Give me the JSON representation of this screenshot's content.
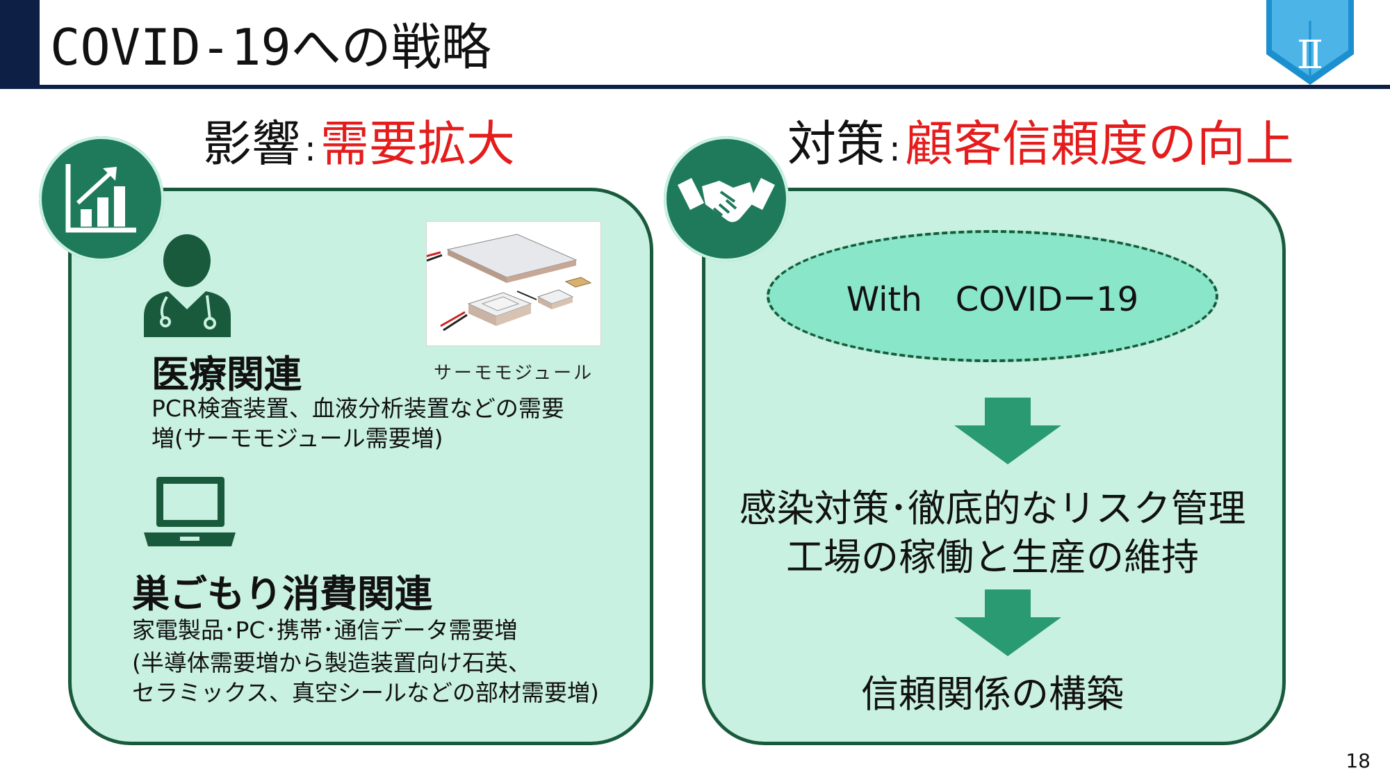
{
  "header": {
    "title": "COVID-19への戦略",
    "chapter_badge": "Ⅱ",
    "badge_icon": "book-icon"
  },
  "left": {
    "heading_black": "影響",
    "heading_colon": ":",
    "heading_red": "需要拡大",
    "panel_icon": "growth-chart-icon",
    "medical": {
      "icon": "doctor-icon",
      "title": "医療関連",
      "photo_caption": "サーモモジュール",
      "lines": [
        "PCR検査装置、血液分析装置などの需要",
        "増(サーモモジュール需要増)"
      ]
    },
    "consumer": {
      "icon": "laptop-icon",
      "title": "巣ごもり消費関連",
      "lines": [
        "家電製品･PC･携帯･通信データ需要増",
        "(半導体需要増から製造装置向け石英、",
        "セラミックス、真空シールなどの部材需要増)"
      ]
    }
  },
  "right": {
    "heading_black": "対策",
    "heading_colon": ":",
    "heading_red": "顧客信頼度の向上",
    "panel_icon": "handshake-icon",
    "bubble": "With　COVIDー19",
    "step1": [
      "感染対策･徹底的なリスク管理",
      "工場の稼働と生産の維持"
    ],
    "step2": "信頼関係の構築",
    "arrow_icon": "down-arrow-icon"
  },
  "page_number": "18",
  "colors": {
    "navy": "#0d1f45",
    "panel_fill": "#c9f1e2",
    "panel_border": "#1a5a3c",
    "icon_green": "#1e7a5a",
    "accent_red": "#e41c1c",
    "arrow_green": "#2a9a72",
    "ellipse_fill": "#8ae6c8"
  }
}
